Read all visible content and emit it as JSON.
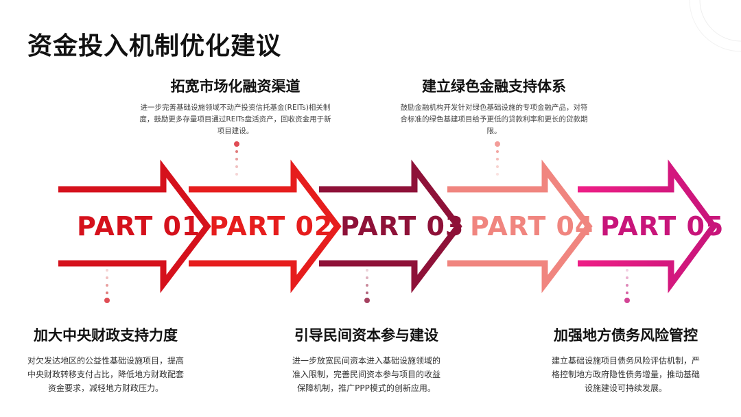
{
  "page": {
    "title": "资金投入机制优化建议"
  },
  "parts": [
    {
      "label": "PART 01",
      "color": "#d5111c"
    },
    {
      "label": "PART 02",
      "color": "#e61d1d"
    },
    {
      "label": "PART 03",
      "color": "#8e1138"
    },
    {
      "label": "PART 04",
      "color": "#f0857f"
    },
    {
      "label": "PART 05",
      "color": "#c8157a"
    }
  ],
  "items": [
    {
      "title": "拓宽市场化融资渠道",
      "desc": [
        "进一步完善基础设施领域不动产投资信托基金(REITs)相关制",
        "度，鼓励更多存量项目通过REITs盘活资产，回收资金用于新",
        "项目建设。"
      ]
    },
    {
      "title": "建立绿色金融支持体系",
      "desc": [
        "鼓励金融机构开发针对绿色基础设施的专项金融产品，对符",
        "合标准的绿色基建项目给予更低的贷款利率和更长的贷款期",
        "限。"
      ]
    },
    {
      "title": "加大中央财政支持力度",
      "desc": [
        "对欠发达地区的公益性基础设施项目，提高",
        "中央财政转移支付占比，降低地方财政配套",
        "资金要求，减轻地方财政压力。"
      ]
    },
    {
      "title": "引导民间资本参与建设",
      "desc": [
        "进一步放宽民间资本进入基础设施领域的",
        "准入限制，完善民间资本参与项目的收益",
        "保障机制，推广PPP模式的创新应用。"
      ]
    },
    {
      "title": "加强地方债务风险管控",
      "desc": [
        "建立基础设施项目债务风险评估机制，严",
        "格控制地方政府隐性债务增量，推动基础",
        "设施建设可持续发展。"
      ]
    }
  ]
}
